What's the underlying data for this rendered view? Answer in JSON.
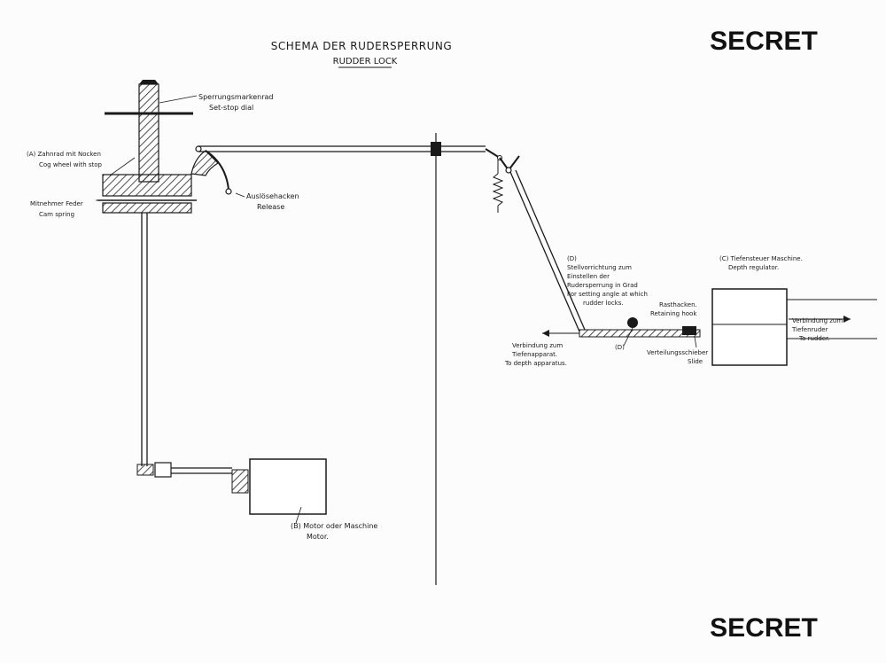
{
  "header": {
    "title": "SCHEMA DER RUDERSPERRUNG",
    "subtitle": "RUDDER LOCK",
    "classification_top": "SECRET",
    "classification_bottom": "SECRET"
  },
  "labels": {
    "set_stop_dial_de": "Sperrungsmarkenrad",
    "set_stop_dial_en": "Set-stop dial",
    "cog_wheel_de": "(A) Zahnrad mit Nocken",
    "cog_wheel_en": "Cog wheel with stop",
    "cam_spring_de": "Mitnehmer Feder",
    "cam_spring_en": "Cam spring",
    "release_de": "Auslösehacken",
    "release_en": "Release",
    "motor_de": "(B) Motor oder Maschine",
    "motor_en": "Motor.",
    "depth_regulator_de": "(C) Tiefensteuer Maschine.",
    "depth_regulator_en": "Depth regulator.",
    "setting_device_1": "(D)",
    "setting_device_2": "Stellvorrichtung zum",
    "setting_device_3": "Einstellen der",
    "setting_device_4": "Rudersperrung in Grad",
    "setting_device_5": "For setting angle at which",
    "setting_device_6": "rudder locks.",
    "retaining_hook_de": "Rasthacken.",
    "retaining_hook_en": "Retaining hook",
    "depth_apparatus_de1": "Verbindung zum",
    "depth_apparatus_de2": "Tiefenapparat.",
    "depth_apparatus_en": "To depth apparatus.",
    "slide_marker": "(D)",
    "slide_de": "Verteilungsschieber",
    "slide_en": "Slide",
    "rudder_de1": "Verbindung zum",
    "rudder_de2": "Tiefenruder",
    "rudder_en": "To rudder."
  },
  "colors": {
    "ink": "#1a1a1a",
    "paper": "#fcfcfc",
    "hatch": "#222222"
  }
}
